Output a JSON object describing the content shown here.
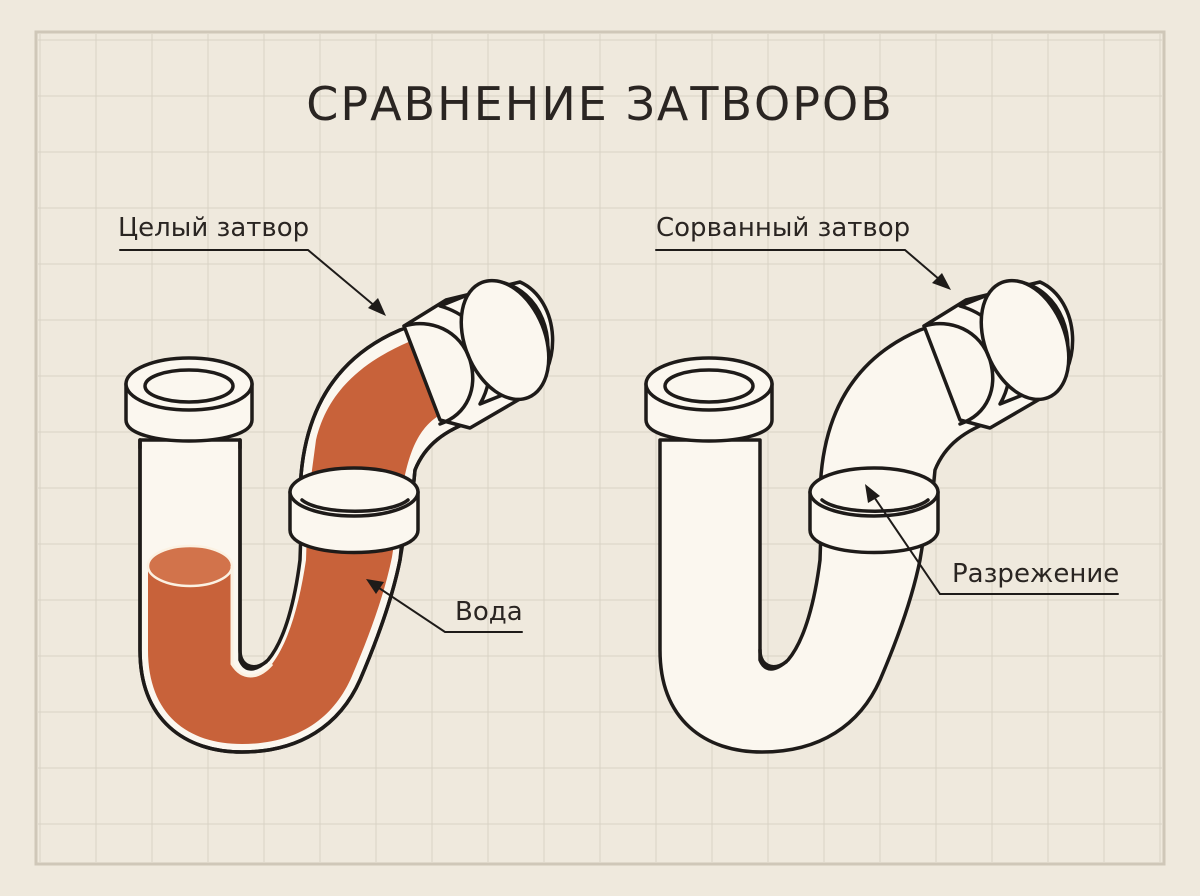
{
  "title": "СРАВНЕНИЕ ЗАТВОРОВ",
  "left": {
    "label": "Целый затвор",
    "water_label": "Вода"
  },
  "right": {
    "label": "Сорванный затвор",
    "vacuum_label": "Разрежение"
  },
  "colors": {
    "background": "#efe9dd",
    "grid": "#d9d2c5",
    "frame": "#cfc7b8",
    "water": "#c8623a",
    "outline": "#1e1b19",
    "pipe_fill": "#fbf7ef"
  }
}
